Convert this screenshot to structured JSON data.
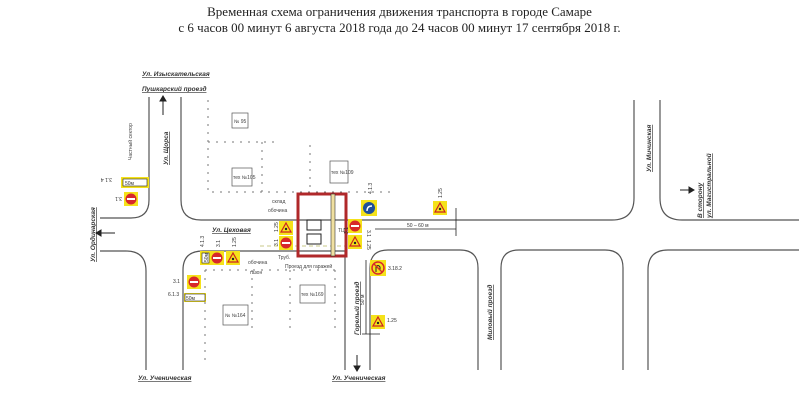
{
  "title": {
    "line1": "Временная схема ограничения движения транспорта в городе Самаре",
    "line2": "с 6 часов 00 минут 6 августа 2018 года до 24 часов 00 минут 17 сентября 2018 г."
  },
  "streets": {
    "izyskatelskaya": "Ул. Изыскательская",
    "pushkarsky": "Пушкарский проезд",
    "shchorsa": "Ул. Щорса",
    "tsekhovaya": "Ул. Цеховая",
    "ordinarskaya": "Ул. Ординарская",
    "uchenicheskaya_left": "Ул. Ученическая",
    "uchenicheskaya_right": "Ул. Ученическая",
    "gorely": "Горелый проезд",
    "milovy": "Миловый проезд",
    "michinskaya": "Ул. Мичинская",
    "direction_1": "В сторону",
    "direction_2": "ул. Магистральной",
    "chastny_sektor": "Частный сектор"
  },
  "dimensions": {
    "d1": "50 – 60 м",
    "d2": "50 м",
    "plate_50m_left": "50м",
    "plate_50m_top": "50м",
    "plate_50m_mid": "50м"
  },
  "sign_codes": {
    "s314": "3.1 4",
    "s31a": "3.1",
    "s413a": "4.1.3",
    "s31b": "3.1",
    "s125a": "1.25",
    "s31c": "3.1",
    "s125b": "1.25",
    "s413b": "4.1.3",
    "s31d": "3.1",
    "s125c": "1.25",
    "s31e": "3.1",
    "s125d": "1.25",
    "s3182": "3.18.2",
    "s125e": "1.25",
    "s613": "6.1.3",
    "s31f": "3.1"
  },
  "buildings": {
    "b1": "№ 95",
    "b2": "тех №105",
    "b3": "тех №109",
    "b4": "№ №164",
    "b5": "тех №169",
    "b6": "ТЦ"
  },
  "notes": {
    "proezd_k_garazham": "Проезд для гаражей",
    "obochina1": "обочина",
    "obochina2": "обочина",
    "gazon": "газон",
    "trub": "Труб.",
    "sklad": "склад"
  },
  "colors": {
    "sign_bg": "#f5e21a",
    "prohibit": "#d8282a",
    "mandatory": "#1f4f9a",
    "work_zone": "#b0282a"
  }
}
